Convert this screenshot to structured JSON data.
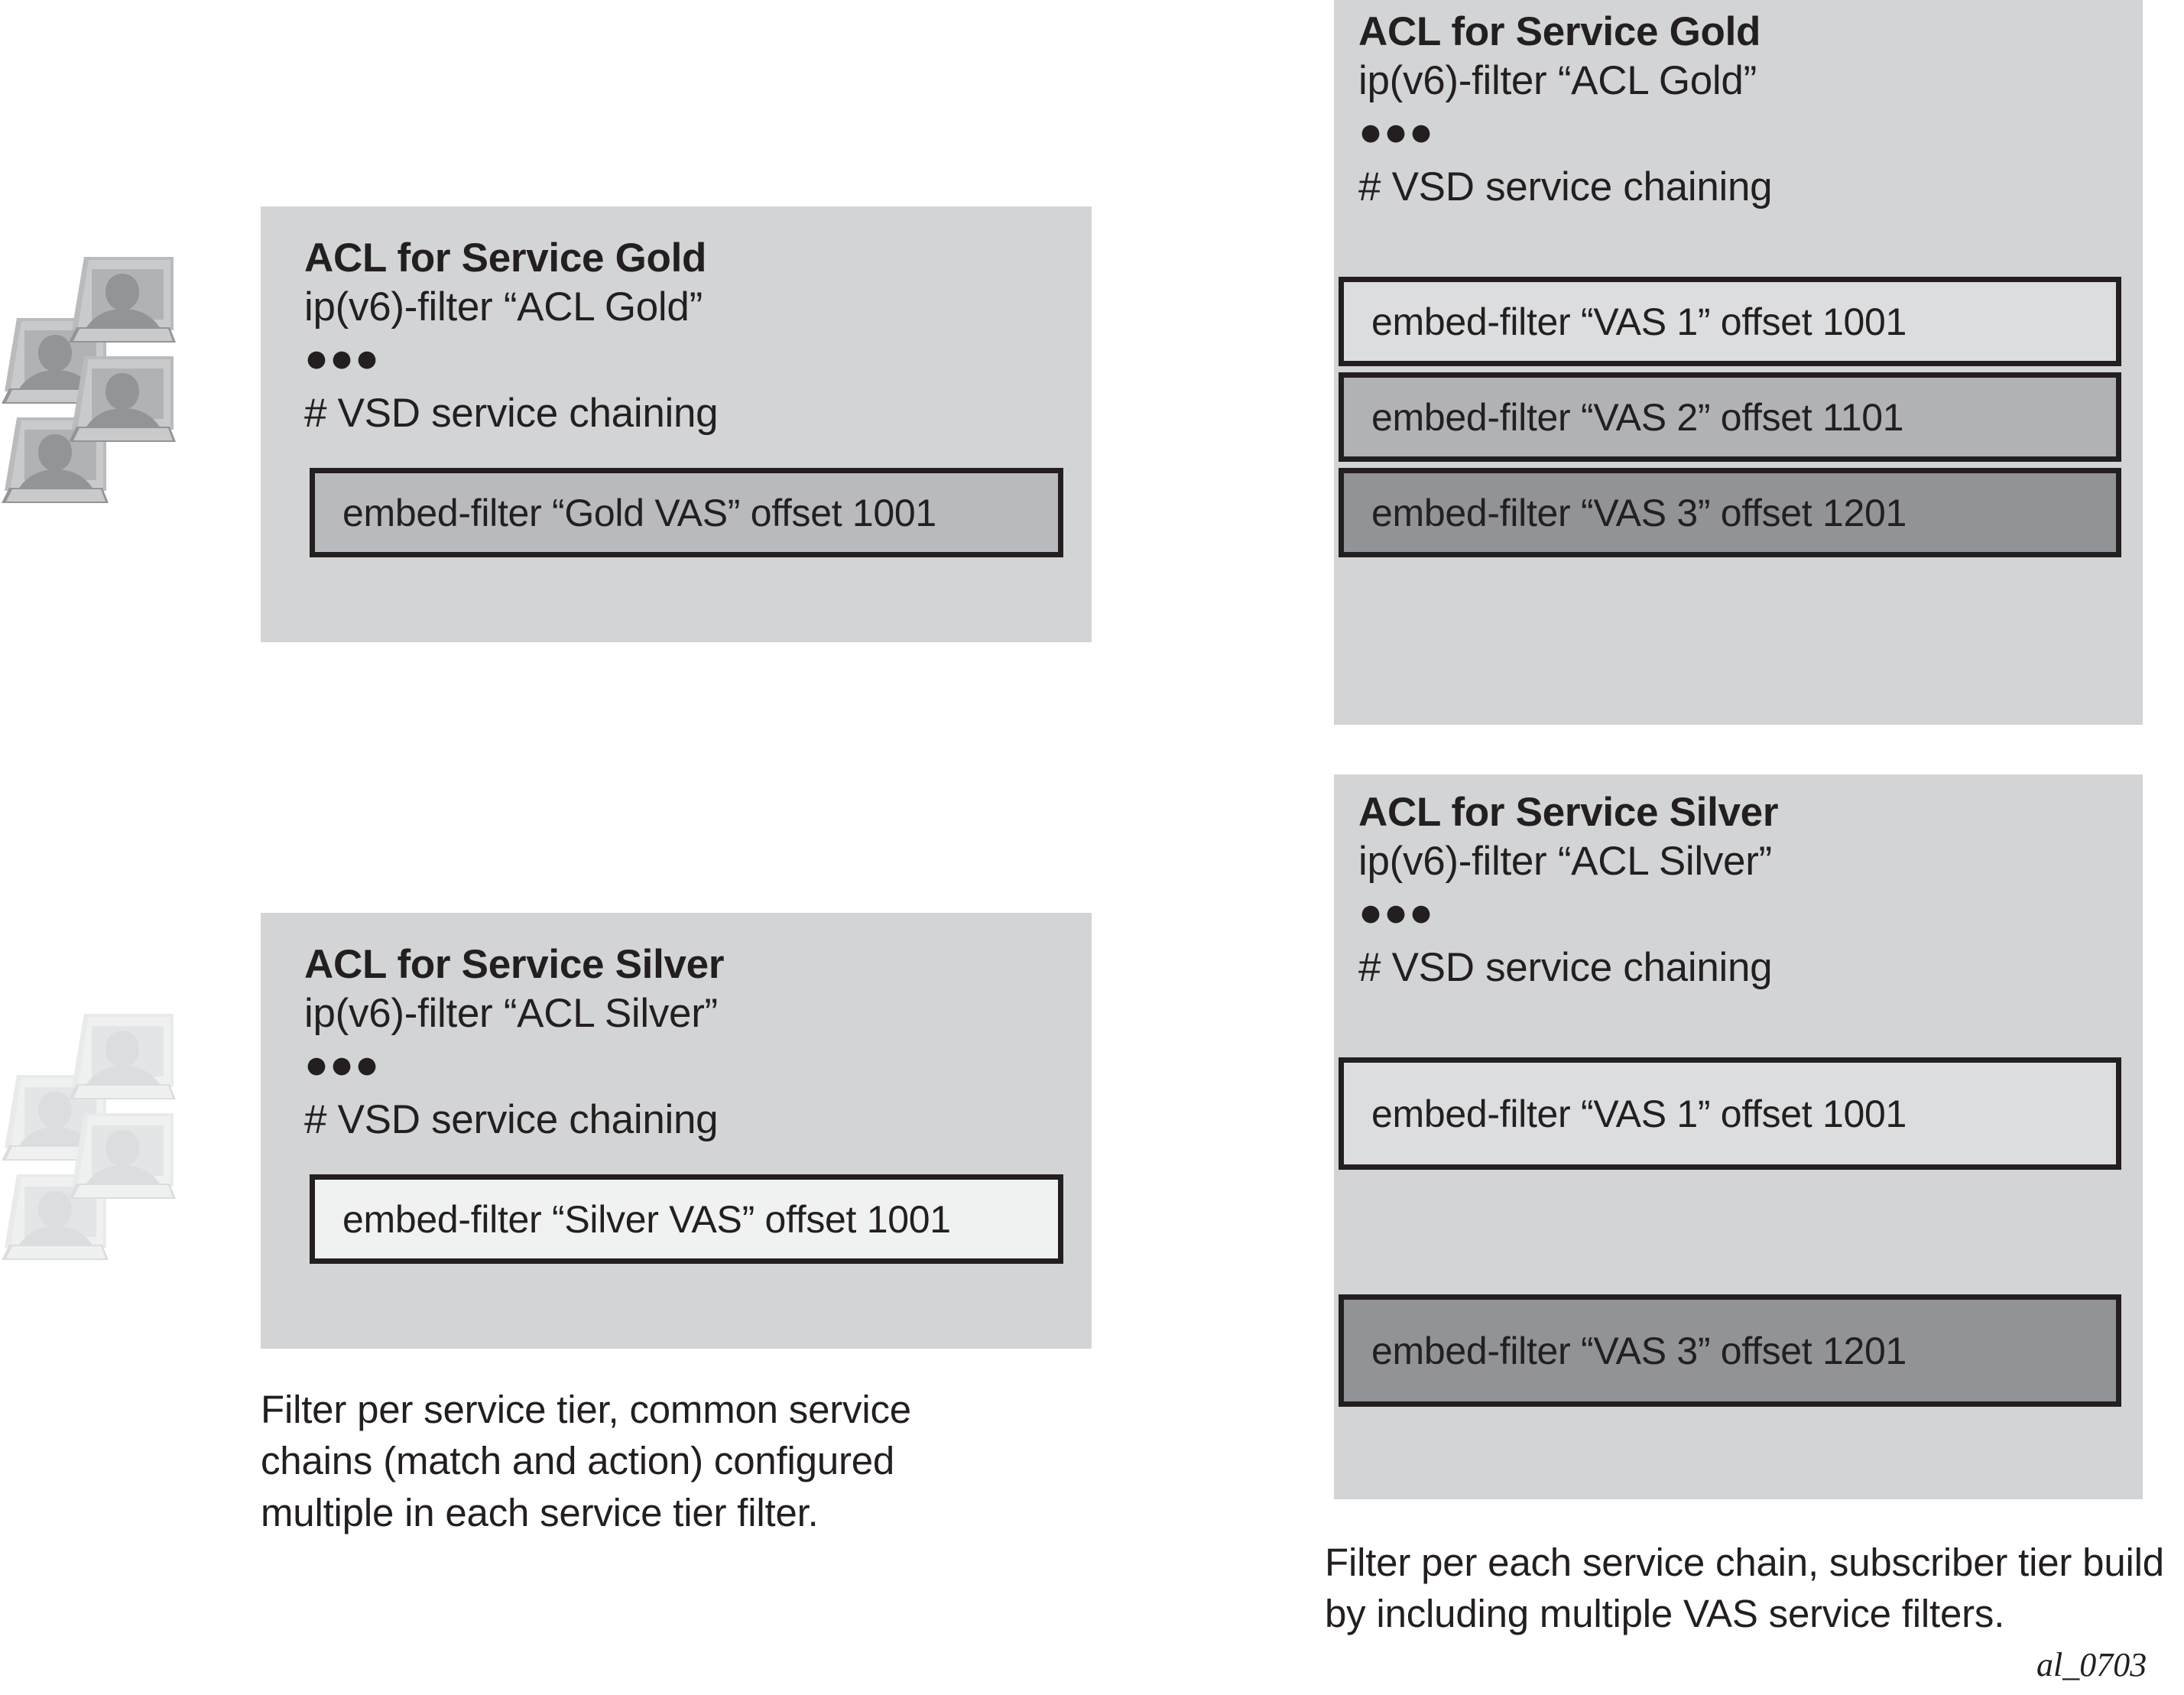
{
  "figure": {
    "id_label": "al_0703"
  },
  "left_column": {
    "gold": {
      "icon_group_name": "gold-subscribers",
      "panel": {
        "title": "ACL for Service Gold",
        "filter_line": "ip(v6)-filter “ACL Gold”",
        "ellipsis": "●●●",
        "comment": "# VSD service chaining",
        "embed_filters": [
          {
            "label": "embed-filter “Gold VAS” offset 1001",
            "tone": "gold-vas"
          }
        ]
      }
    },
    "silver": {
      "icon_group_name": "silver-subscribers",
      "panel": {
        "title": "ACL for Service Silver",
        "filter_line": "ip(v6)-filter “ACL Silver”",
        "ellipsis": "●●●",
        "comment": "# VSD service chaining",
        "embed_filters": [
          {
            "label": "embed-filter “Silver VAS” offset 1001",
            "tone": "silver-vas"
          }
        ]
      }
    },
    "caption": "Filter per service tier, common service chains (match and action) configured multiple in each service tier filter."
  },
  "right_column": {
    "gold": {
      "panel": {
        "title": "ACL for Service Gold",
        "filter_line": "ip(v6)-filter “ACL Gold”",
        "ellipsis": "●●●",
        "comment": "# VSD service chaining",
        "embed_filters": [
          {
            "label": "embed-filter “VAS 1” offset 1001",
            "tone": "vas1"
          },
          {
            "label": "embed-filter “VAS 2” offset 1101",
            "tone": "vas2"
          },
          {
            "label": "embed-filter “VAS 3” offset 1201",
            "tone": "vas3"
          }
        ]
      }
    },
    "silver": {
      "panel": {
        "title": "ACL for Service Silver",
        "filter_line": "ip(v6)-filter “ACL Silver”",
        "ellipsis": "●●●",
        "comment": "# VSD service chaining",
        "embed_filters": [
          {
            "label": "embed-filter “VAS 1” offset 1001",
            "tone": "vas1"
          },
          {
            "label": "embed-filter “VAS 3” offset 1201",
            "tone": "vas3"
          }
        ]
      }
    },
    "caption": "Filter per each service chain, subscriber tier build by including multiple VAS service filters."
  },
  "colors": {
    "panel_background": "#d2d4d6",
    "border": "#231f20",
    "text": "#231f20",
    "gold_vas_fill": "#b8babd",
    "silver_vas_fill": "#f0f1f1",
    "vas1_fill": "#dcdddf",
    "vas2_fill": "#b0b2b5",
    "vas3_fill": "#919396",
    "gold_subscriber_icon": "#929497",
    "silver_subscriber_icon": "#dcdddf"
  }
}
